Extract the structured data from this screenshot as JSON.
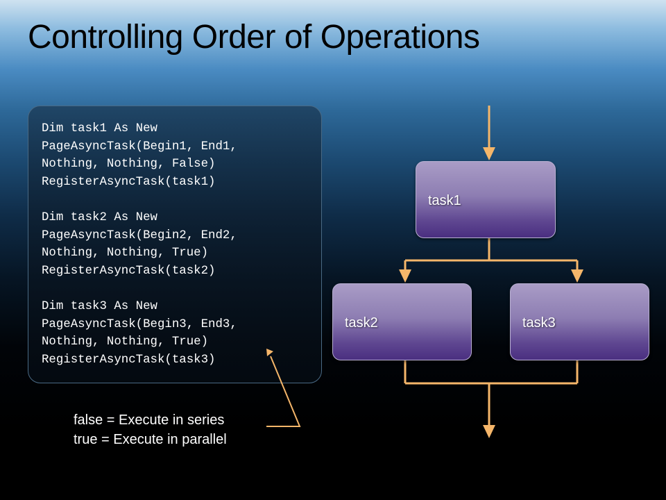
{
  "slide": {
    "title": "Controlling Order of Operations"
  },
  "code": {
    "blocks": [
      {
        "lines": [
          "Dim task1 As New",
          "PageAsyncTask(Begin1, End1,",
          "Nothing, Nothing, False)",
          "RegisterAsyncTask(task1)"
        ]
      },
      {
        "lines": [
          "Dim task2 As New",
          "PageAsyncTask(Begin2, End2,",
          "Nothing, Nothing, True)",
          "RegisterAsyncTask(task2)"
        ]
      },
      {
        "lines": [
          "Dim task3 As New",
          "PageAsyncTask(Begin3, End3,",
          "Nothing, Nothing, True)",
          "RegisterAsyncTask(task3)"
        ]
      }
    ]
  },
  "legend": {
    "series_text": "false = Execute in series",
    "parallel_text": "true = Execute in parallel"
  },
  "diagram": {
    "tasks": [
      {
        "id": "task1",
        "label": "task1"
      },
      {
        "id": "task2",
        "label": "task2"
      },
      {
        "id": "task3",
        "label": "task3"
      }
    ],
    "colors": {
      "arrow": "#f5b66a",
      "box_top": "#a99cc6",
      "box_bottom": "#4a2f80"
    }
  }
}
